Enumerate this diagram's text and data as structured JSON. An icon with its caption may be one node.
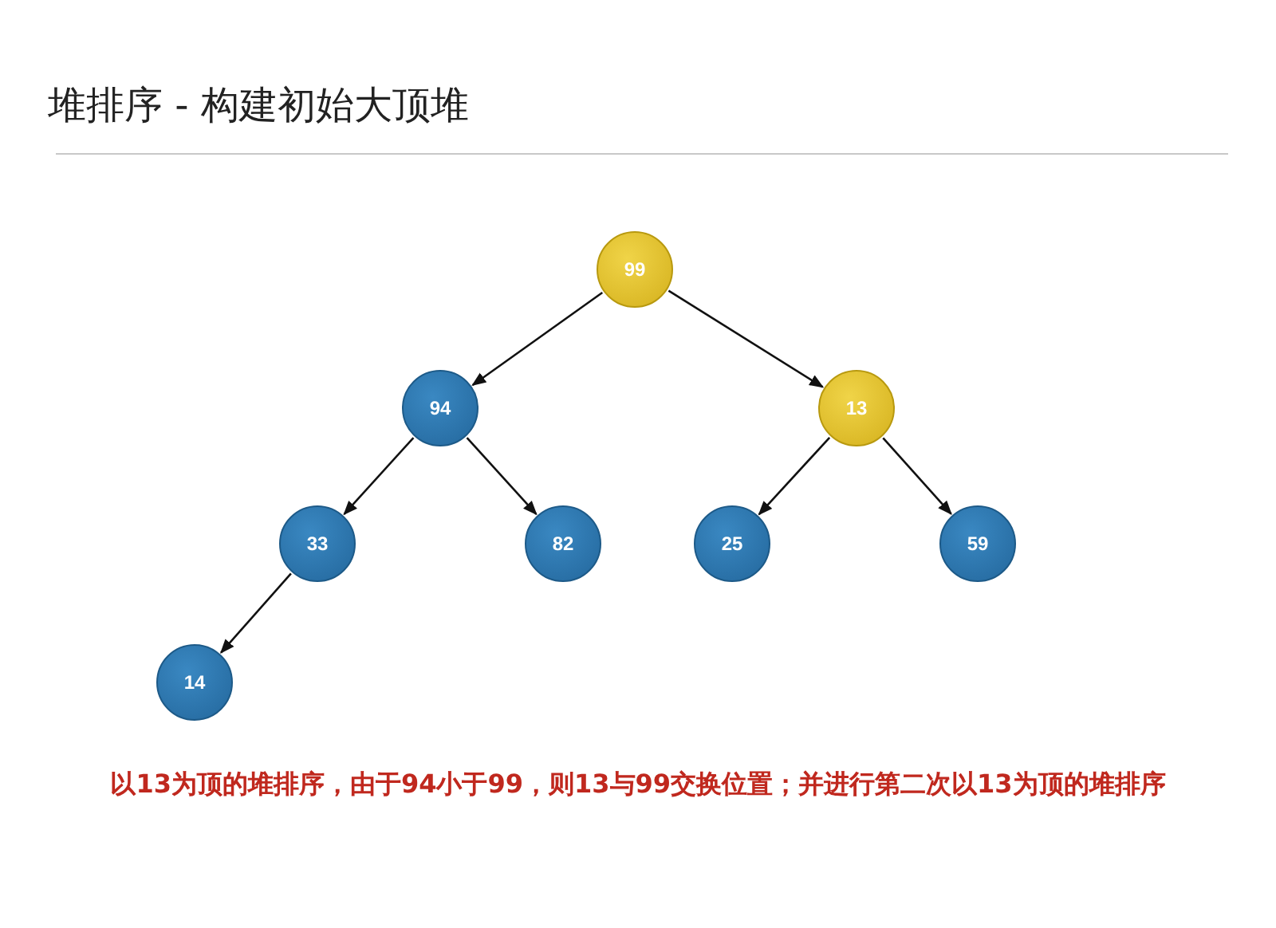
{
  "diagram": {
    "title": "堆排序 - 构建初始大顶堆",
    "nodes": [
      {
        "text": [
          "99"
        ]
      },
      {
        "text": [
          "94"
        ]
      },
      {
        "text": [
          "13"
        ]
      },
      {
        "text": [
          "33"
        ]
      },
      {
        "text": [
          "82"
        ]
      },
      {
        "text": [
          "25"
        ]
      },
      {
        "text": [
          "59"
        ]
      },
      {
        "text": [
          "14"
        ]
      }
    ],
    "edges": [
      {
        "from": 0,
        "to": 1,
        "arrow": "to"
      },
      {
        "from": 0,
        "to": 2,
        "arrow": "to"
      },
      {
        "from": 1,
        "to": 3,
        "arrow": "to"
      },
      {
        "from": 1,
        "to": 4,
        "arrow": "to"
      },
      {
        "from": 2,
        "to": 5,
        "arrow": "to"
      },
      {
        "from": 2,
        "to": 6,
        "arrow": "to"
      },
      {
        "from": 3,
        "to": 7,
        "arrow": "to"
      }
    ],
    "caption": "以13为顶的堆排序，由于94小于99，则13与99交换位置；并进行第二次以13为顶的堆排序"
  }
}
